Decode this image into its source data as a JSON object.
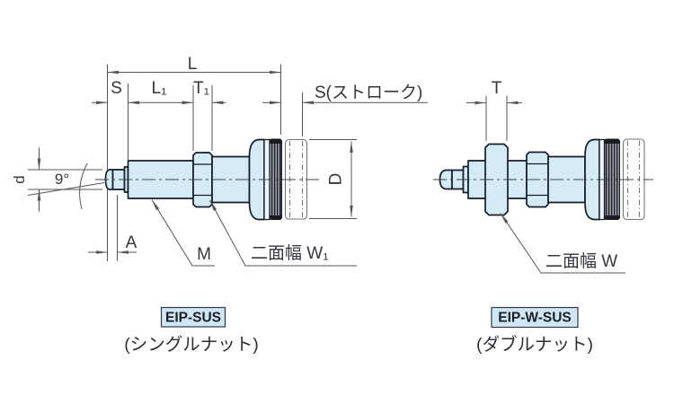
{
  "colors": {
    "part_fill": "#d5eaf7",
    "part_outline": "#161d29",
    "dimension_line": "#53555b",
    "text": "#35373d",
    "knurl_dark": "#1a1c21",
    "knurl_stripe": "#c8d3da",
    "ghost_line": "#70757d",
    "badge_fill": "#cfe7f5",
    "badge_border": "#333a45"
  },
  "left_figure": {
    "labels": {
      "L": "L",
      "S": "S",
      "L1": "L₁",
      "T1": "T₁",
      "stroke": "S(ストローク)",
      "d": "d",
      "angle": "9°",
      "A": "A",
      "M": "M",
      "W1": "二面幅 W₁",
      "D": "D"
    },
    "model_code": "EIP-SUS",
    "nut_type": "(シングルナット)"
  },
  "right_figure": {
    "labels": {
      "T": "T",
      "W": "二面幅 W"
    },
    "model_code": "EIP-W-SUS",
    "nut_type": "(ダブルナット)"
  }
}
